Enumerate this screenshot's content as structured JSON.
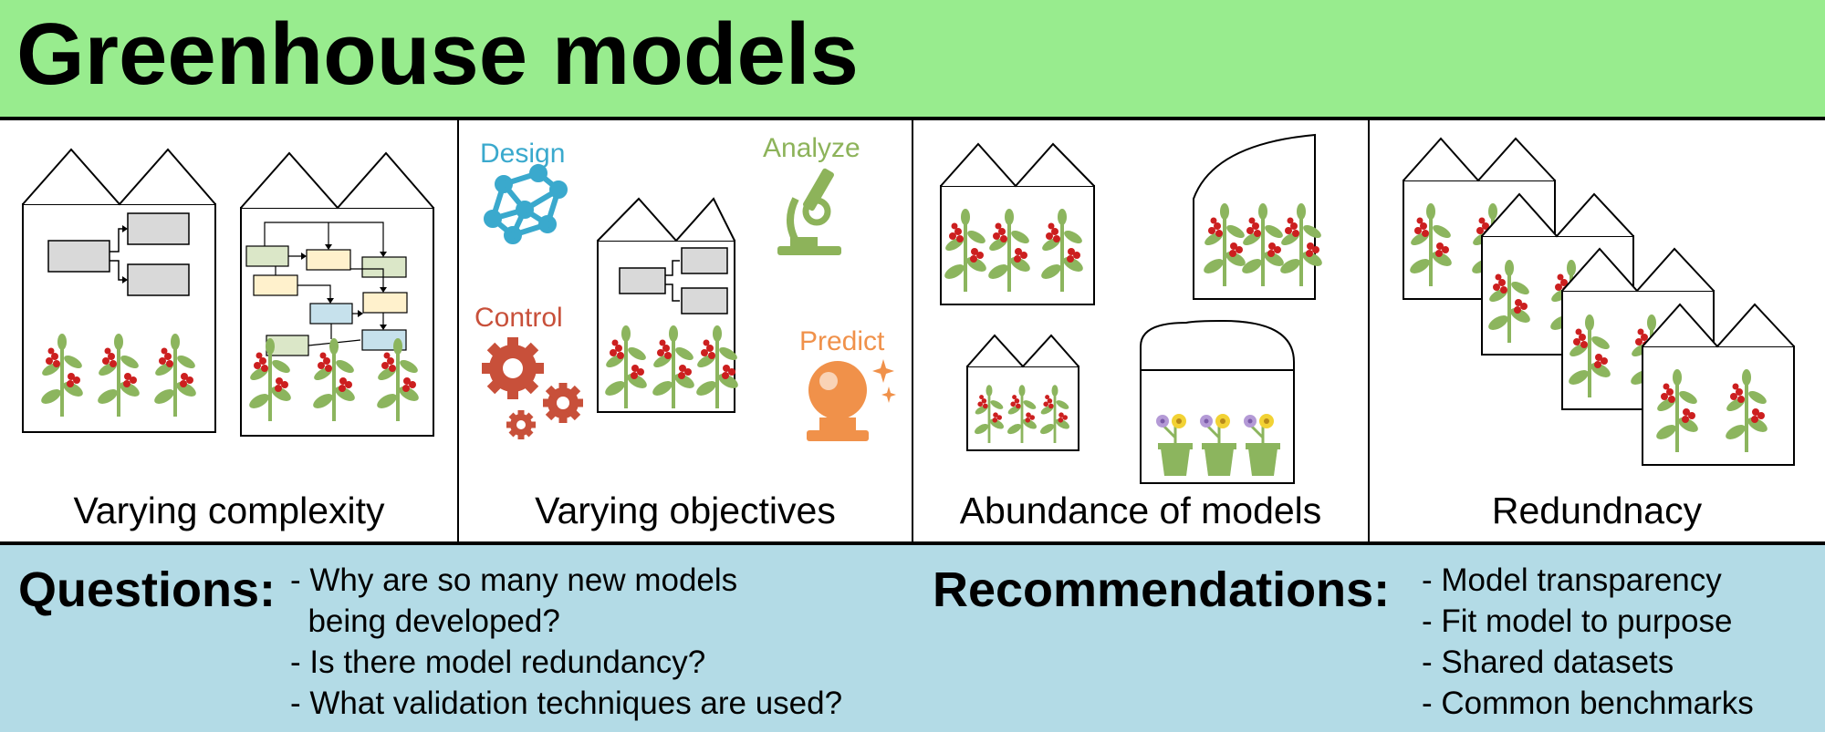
{
  "header": {
    "title": "Greenhouse models"
  },
  "panels": [
    {
      "caption": "Varying complexity"
    },
    {
      "caption": "Varying objectives",
      "labels": {
        "design": "Design",
        "analyze": "Analyze",
        "control": "Control",
        "predict": "Predict"
      }
    },
    {
      "caption": "Abundance of models"
    },
    {
      "caption": "Redundnacy"
    }
  ],
  "footer": {
    "questions": {
      "title": "Questions:",
      "items": [
        "- Why are so many new models",
        "  being developed?",
        "- Is there model redundancy?",
        "- What validation techniques are used?"
      ]
    },
    "recommendations": {
      "title": "Recommendations:",
      "items": [
        "- Model transparency",
        "- Fit model to purpose",
        "- Shared datasets",
        "- Common benchmarks"
      ]
    }
  },
  "colors": {
    "header_bg": "#98ec8e",
    "footer_bg": "#b3dbe6",
    "design": "#3aa9cd",
    "analyze": "#8db35a",
    "control": "#c8503a",
    "predict": "#f0914a",
    "leaf": "#8cb55e",
    "berry": "#cc1f1f",
    "pot": "#8cb55e"
  }
}
